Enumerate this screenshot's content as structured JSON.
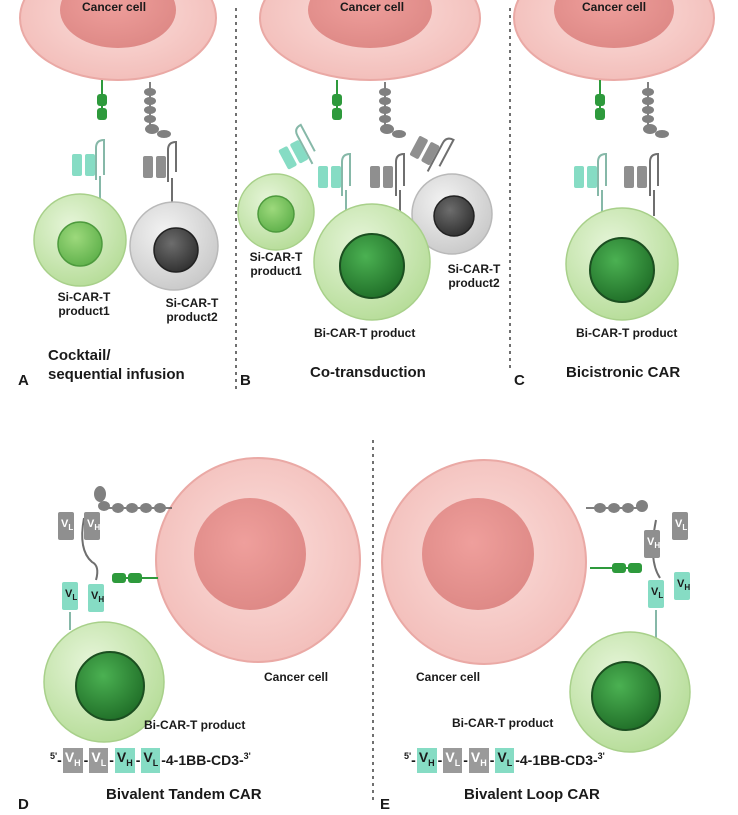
{
  "panels": {
    "A": {
      "letter": "A",
      "cancer_label": "Cancer cell",
      "cell1_label_line1": "Si-CAR-T",
      "cell1_label_line2": "product1",
      "cell2_label_line1": "Si-CAR-T",
      "cell2_label_line2": "product2",
      "title_line1": "Cocktail/",
      "title_line2": "sequential infusion"
    },
    "B": {
      "letter": "B",
      "cancer_label": "Cancer cell",
      "cell1_label_line1": "Si-CAR-T",
      "cell1_label_line2": "product1",
      "cell2_label_line1": "Si-CAR-T",
      "cell2_label_line2": "product2",
      "main_label": "Bi-CAR-T product",
      "title": "Co-transduction"
    },
    "C": {
      "letter": "C",
      "cancer_label": "Cancer cell",
      "main_label": "Bi-CAR-T product",
      "title": "Bicistronic CAR"
    },
    "D": {
      "letter": "D",
      "cancer_label": "Cancer cell",
      "main_label": "Bi-CAR-T product",
      "title": "Bivalent Tandem CAR",
      "construct": {
        "five_prime": "5'",
        "three_prime": "3'",
        "tail": "-4-1BB-CD3-",
        "domains": [
          "VH",
          "VL",
          "VH",
          "VL"
        ]
      }
    },
    "E": {
      "letter": "E",
      "cancer_label": "Cancer cell",
      "main_label": "Bi-CAR-T product",
      "title": "Bivalent Loop CAR",
      "construct": {
        "five_prime": "5'",
        "three_prime": "3'",
        "tail": "-4-1BB-CD3-",
        "domains": [
          "VH",
          "VL",
          "VH",
          "VL"
        ]
      }
    }
  },
  "domain_labels": {
    "V": "V",
    "H": "H",
    "L": "L"
  },
  "colors": {
    "cancer_outer": "#f6c9c6",
    "cancer_nucleus": "#e79a97",
    "tcell_light": "#cfe9b8",
    "tcell_nucleus": "#2f8d38",
    "tcell_gray": "#d9d9d9",
    "nucleus_gray": "#4a4a4a",
    "receptor_mint": "#86dcc4",
    "receptor_gray": "#8f8f8f",
    "antigen_green": "#2e9a3c"
  }
}
